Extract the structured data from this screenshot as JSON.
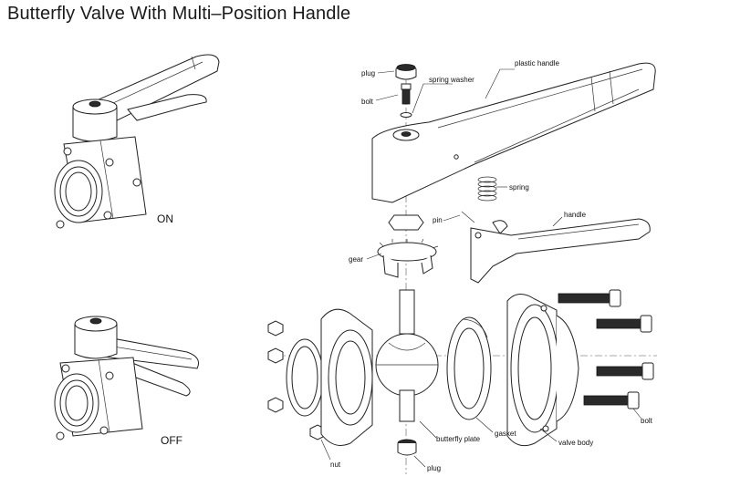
{
  "title": "Butterfly Valve With Multi–Position Handle",
  "states": {
    "on": "ON",
    "off": "OFF"
  },
  "labels": {
    "plug_top": "plug",
    "spring_washer": "spring washer",
    "plastic_handle": "plastic handle",
    "bolt_top": "bolt",
    "spring": "spring",
    "pin": "pin",
    "handle": "handle",
    "gear": "gear",
    "nut": "nut",
    "butterfly_plate": "butterfly plate",
    "gasket": "gasket",
    "valve_body": "valve body",
    "bolt_right": "bolt",
    "plug_bottom": "plug"
  }
}
